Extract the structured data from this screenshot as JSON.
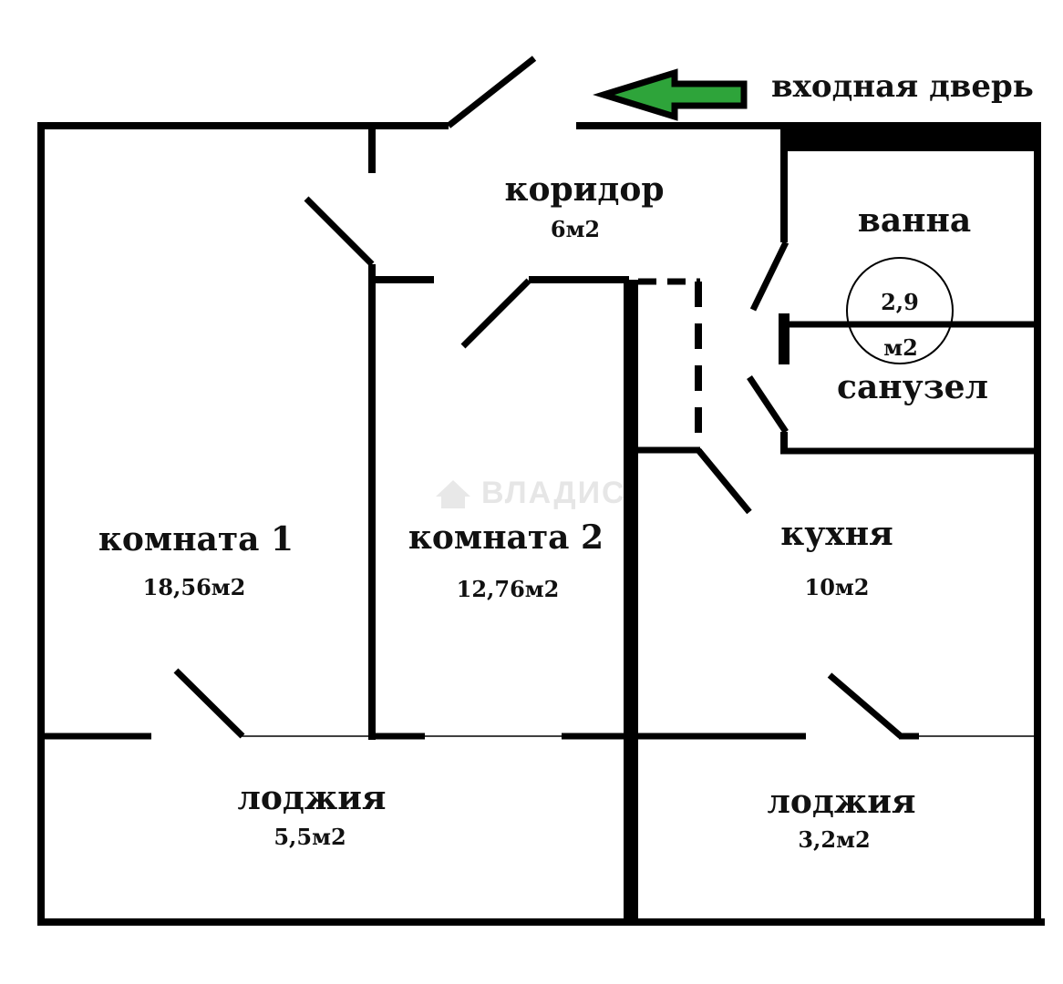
{
  "entrance": {
    "label": "входная дверь",
    "arrow_color": "#2ea43a"
  },
  "watermark": "ВЛАДИС",
  "rooms": {
    "corridor": {
      "name": "коридор",
      "area": "6м2"
    },
    "bath": {
      "name": "ванна"
    },
    "bath_wc_area": {
      "value": "2,9",
      "unit": "м2"
    },
    "wc": {
      "name": "санузел"
    },
    "room1": {
      "name": "комната 1",
      "area": "18,56м2"
    },
    "room2": {
      "name": "комната 2",
      "area": "12,76м2"
    },
    "kitchen": {
      "name": "кухня",
      "area": "10м2"
    },
    "loggia1": {
      "name": "лоджия",
      "area": "5,5м2"
    },
    "loggia2": {
      "name": "лоджия",
      "area": "3,2м2"
    }
  }
}
